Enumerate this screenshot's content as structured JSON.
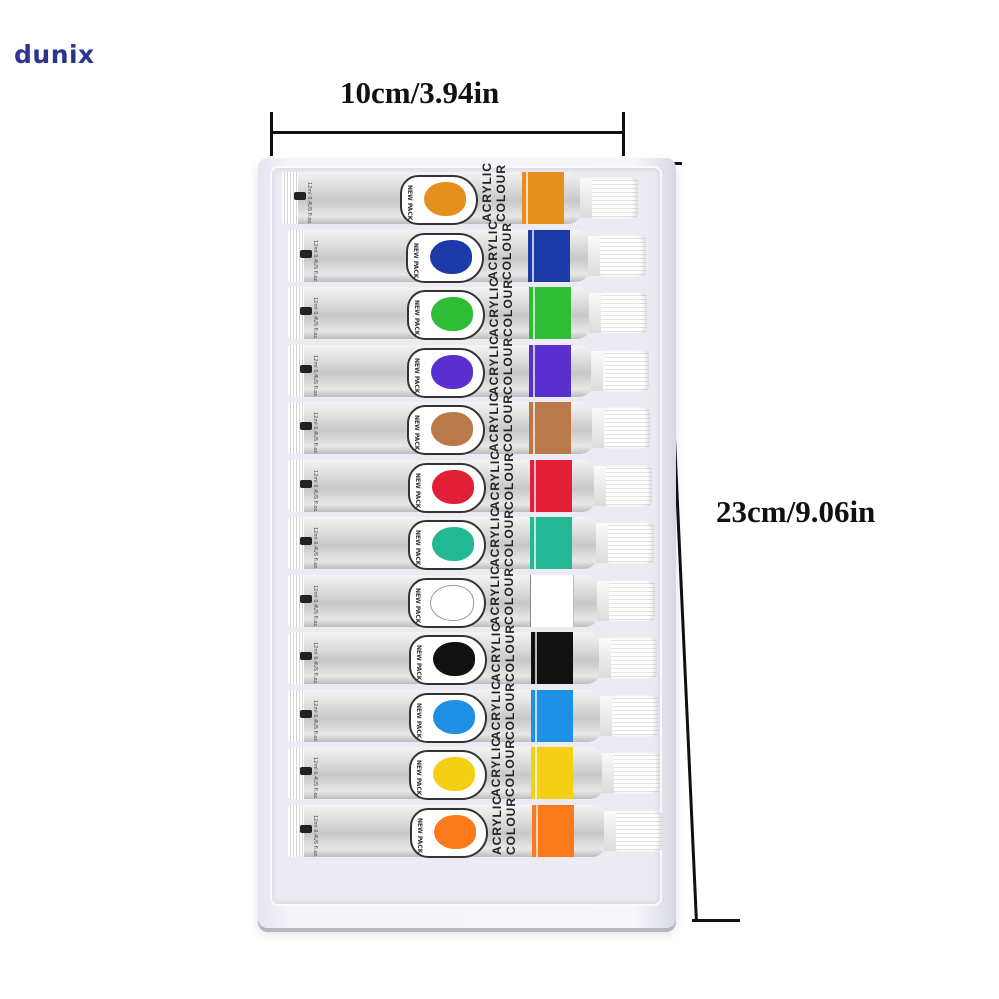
{
  "brand": {
    "name": "dunix",
    "color": "#2b3590"
  },
  "dimensions": {
    "width_label": "10cm/3.94in",
    "height_label": "23cm/9.06in"
  },
  "product": {
    "type": "acrylic paint tube set in plastic tray",
    "tube_label_line1": "ACRYLIC",
    "tube_label_line2": "COLOUR",
    "badge_text": "NEW PACK",
    "fine_print": "12ml 0.4US fl.oz.",
    "tubes": [
      {
        "name": "yellow-ochre",
        "color": "#e58f1f"
      },
      {
        "name": "ultramarine-blue",
        "color": "#1c3aa8"
      },
      {
        "name": "green",
        "color": "#2fbd36"
      },
      {
        "name": "violet",
        "color": "#5a2fd0"
      },
      {
        "name": "burnt-sienna",
        "color": "#b9794a"
      },
      {
        "name": "red",
        "color": "#e21f37"
      },
      {
        "name": "turquoise",
        "color": "#23b894"
      },
      {
        "name": "white",
        "color": "#ffffff"
      },
      {
        "name": "black",
        "color": "#111111"
      },
      {
        "name": "sky-blue",
        "color": "#1e8fe3"
      },
      {
        "name": "yellow",
        "color": "#f4cf14"
      },
      {
        "name": "orange",
        "color": "#fb7a1c"
      }
    ]
  }
}
